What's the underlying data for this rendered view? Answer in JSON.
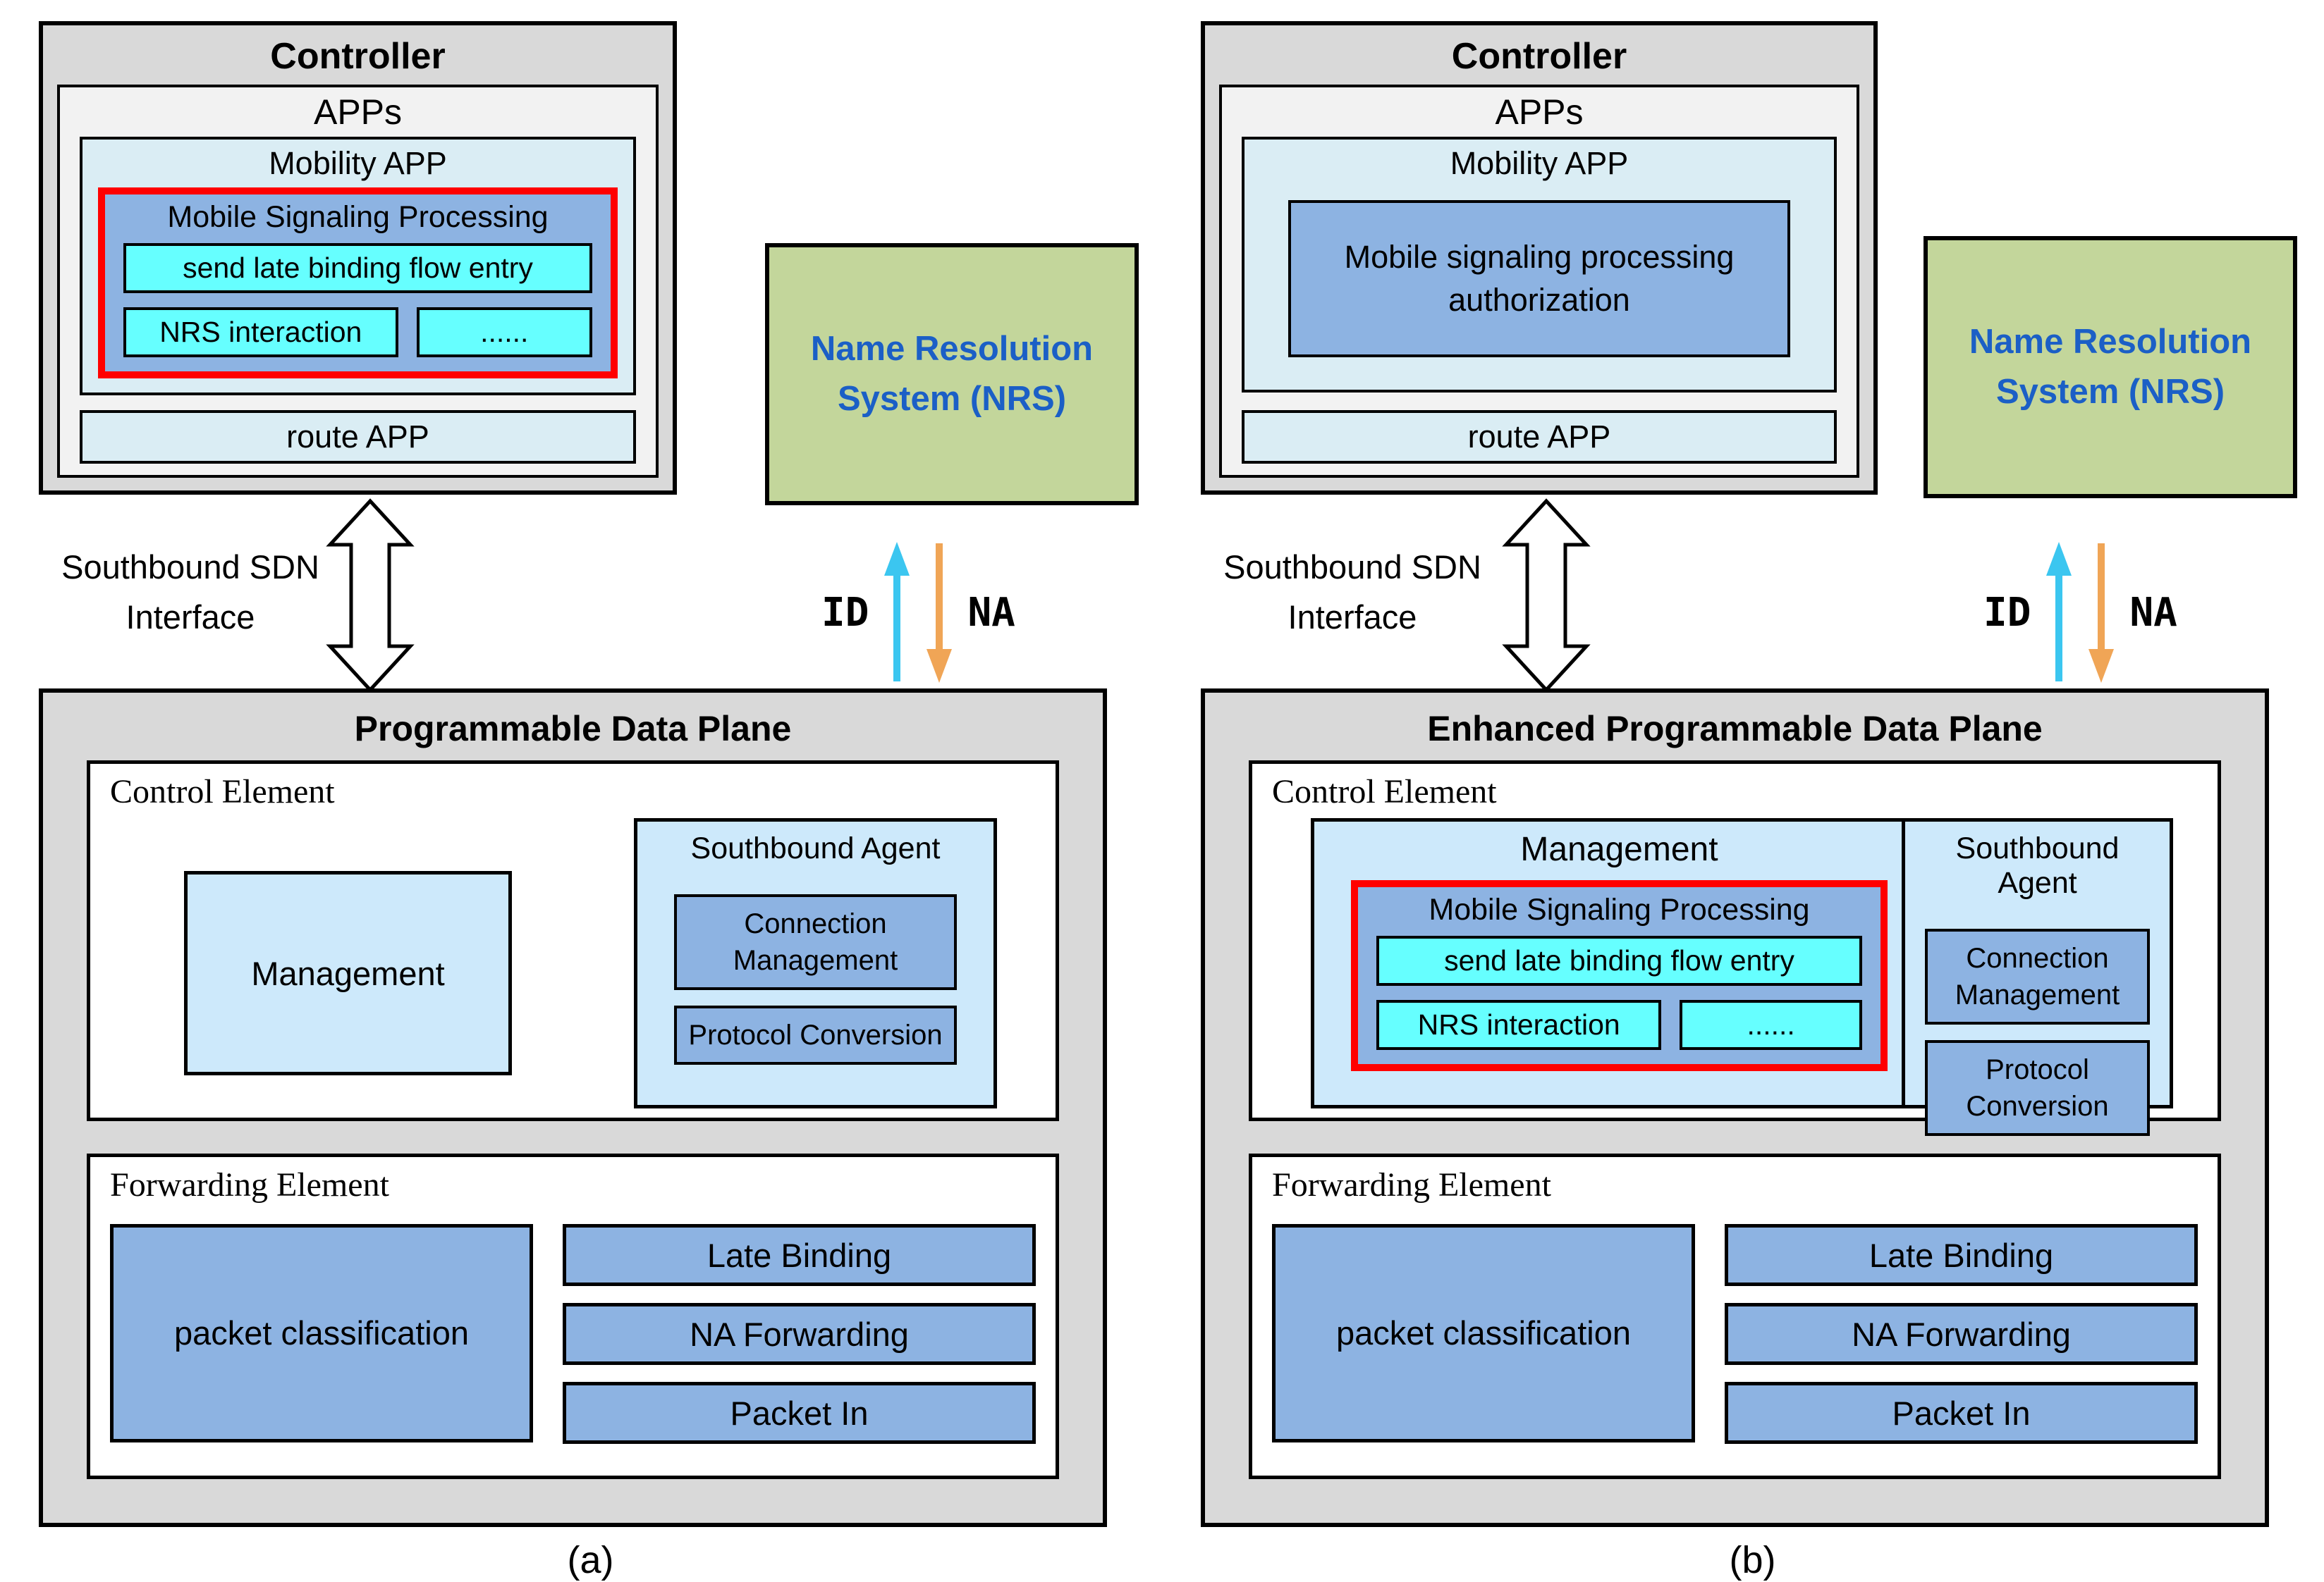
{
  "colors": {
    "panel_gray": "#d9d9d9",
    "apps_bg": "#f2f2f2",
    "pale_blue": "#daedf4",
    "light_blue": "#cde9fb",
    "mid_blue": "#8db3e2",
    "cyan": "#66ffff",
    "nrs_green": "#c3d69b",
    "nrs_text_blue": "#1b5fc6",
    "red_border": "#ff0000",
    "id_arrow_cyan": "#3bc6f0",
    "na_arrow_orange": "#f0a556"
  },
  "panels": [
    {
      "caption": "(a)",
      "controller": {
        "title": "Controller",
        "apps_title": "APPs",
        "mobility_title": "Mobility APP",
        "msp_title": "Mobile Signaling Processing",
        "msp_item1": "send late binding flow entry",
        "msp_item2": "NRS interaction",
        "msp_item3": "......",
        "route_app": "route APP"
      },
      "nrs_label": "Name Resolution System (NRS)",
      "southbound_label": "Southbound SDN Interface",
      "id_label": "ID",
      "na_label": "NA",
      "data_plane": {
        "title": "Programmable Data Plane",
        "control_element_title": "Control Element",
        "management_title": "Management",
        "southbound_agent_title": "Southbound Agent",
        "agent_item1": "Connection Management",
        "agent_item2": "Protocol Conversion",
        "forwarding_element_title": "Forwarding Element",
        "fe_item1": "packet classification",
        "fe_item2": "Late Binding",
        "fe_item3": "NA Forwarding",
        "fe_item4": "Packet In"
      }
    },
    {
      "caption": "(b)",
      "controller": {
        "title": "Controller",
        "apps_title": "APPs",
        "mobility_title": "Mobility APP",
        "authorization_label": "Mobile signaling processing authorization",
        "route_app": "route APP"
      },
      "nrs_label": "Name Resolution System (NRS)",
      "southbound_label": "Southbound SDN Interface",
      "id_label": "ID",
      "na_label": "NA",
      "data_plane": {
        "title": "Enhanced Programmable Data Plane",
        "control_element_title": "Control Element",
        "management_title": "Management",
        "msp_title": "Mobile Signaling Processing",
        "msp_item1": "send late binding flow entry",
        "msp_item2": "NRS interaction",
        "msp_item3": "......",
        "southbound_agent_title": "Southbound Agent",
        "agent_item1": "Connection Management",
        "agent_item2": "Protocol Conversion",
        "forwarding_element_title": "Forwarding Element",
        "fe_item1": "packet classification",
        "fe_item2": "Late Binding",
        "fe_item3": "NA Forwarding",
        "fe_item4": "Packet In"
      }
    }
  ]
}
